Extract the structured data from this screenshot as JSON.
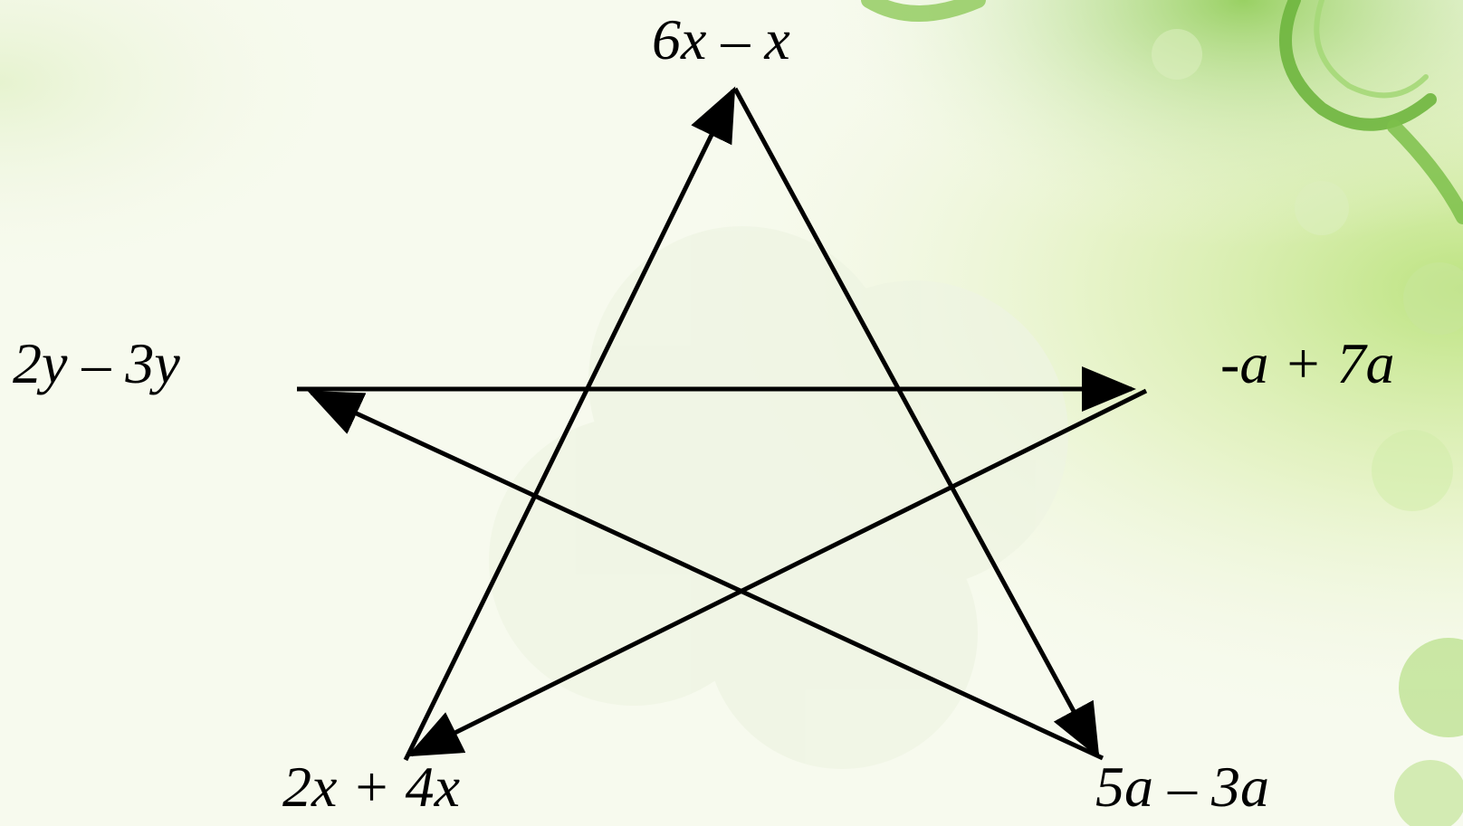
{
  "background": {
    "base_color": "#f7faee",
    "accent_color": "#a8d86a",
    "decoration": "green-clover-swirl"
  },
  "diagram": {
    "line_color": "#000000",
    "labels": {
      "top": "6x – x",
      "left": "2y – 3y",
      "right": "-a + 7a",
      "bottom_left": "2x + 4x",
      "bottom_right": "5a – 3a"
    },
    "arrows": [
      {
        "from": "left",
        "to": "right"
      },
      {
        "from": "right",
        "to": "bottom_left"
      },
      {
        "from": "bottom_left",
        "to": "top"
      },
      {
        "from": "top",
        "to": "bottom_right"
      },
      {
        "from": "bottom_right",
        "to": "left"
      }
    ]
  }
}
